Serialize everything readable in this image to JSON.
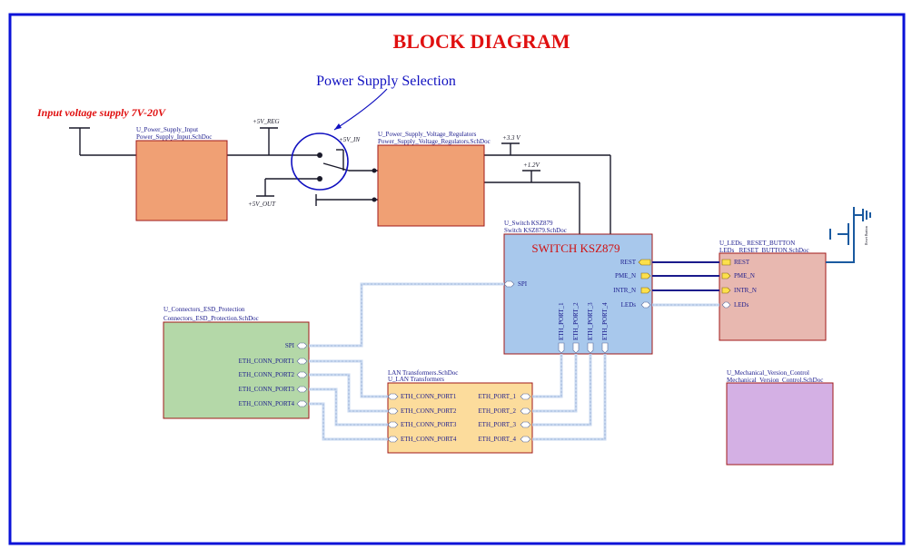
{
  "title": "BLOCK DIAGRAM",
  "input_note": "Input voltage supply  7V-20V",
  "selection_note": "Power Supply Selection",
  "nets": {
    "v5_reg": "+5V_REG",
    "v5_in": "+5V_IN",
    "v5_out": "+5V_OUT",
    "v3_3": "+3.3 V",
    "v1_2": "+1.2V"
  },
  "sheets": {
    "power_input": {
      "designator": "U_Power_Supply_Input",
      "file": "Power_Supply_Input.SchDoc"
    },
    "regulators": {
      "designator": "U_Power_Supply_Voltage_Regulators",
      "file": "Power_Supply_Voltage_Regulators.SchDoc"
    },
    "switch": {
      "designator": "U_Switch KSZ879",
      "file": "Switch KSZ879.SchDoc",
      "inner_title": "SWITCH KSZ879",
      "ports_right": [
        "REST",
        "PME_N",
        "INTR_N",
        "LEDs"
      ],
      "ports_left": [
        "SPI"
      ],
      "ports_bottom": [
        "ETH_PORT_1",
        "ETH_PORT_2",
        "ETH_PORT_3",
        "ETH_PORT_4"
      ]
    },
    "leds": {
      "designator": "U_LEDs_ RESET_BUTTON",
      "file": "LEDs_ RESET_BUTTON.SchDoc",
      "ports_left": [
        "REST",
        "PME_N",
        "INTR_N",
        "LEDs"
      ]
    },
    "connectors": {
      "designator": "U_Connectors_ESD_Protection",
      "file": "Connectors_ESD_Protection.SchDoc",
      "ports_right": [
        "SPI",
        "ETH_CONN_PORT1",
        "ETH_CONN_PORT2",
        "ETH_CONN_PORT3",
        "ETH_CONN_PORT4"
      ]
    },
    "lan": {
      "file": "LAN Transformers.SchDoc",
      "designator": "U_LAN Transformers",
      "ports_left": [
        "ETH_CONN_PORT1",
        "ETH_CONN_PORT2",
        "ETH_CONN_PORT3",
        "ETH_CONN_PORT4"
      ],
      "ports_right": [
        "ETH_PORT_1",
        "ETH_PORT_2",
        "ETH_PORT_3",
        "ETH_PORT_4"
      ]
    },
    "mechanical": {
      "designator": "U_Mechanical_Version_Control",
      "file": "Mechanical_Version_Control.SchDoc"
    }
  },
  "reset_button_label": "Reset Button",
  "colors": {
    "frame": "#0a12d8",
    "title": "#e01010",
    "wire": "#1a1a8c",
    "power_sheet": "#f0a074",
    "switch_sheet": "#a8c8ec",
    "leds_sheet": "#e8b8b0",
    "connectors_sheet": "#b4d8a8",
    "lan_sheet": "#fcdc9c",
    "mechanical_sheet": "#d4b0e4",
    "sheet_border": "#a01818",
    "bus": "#c8d8f0"
  }
}
